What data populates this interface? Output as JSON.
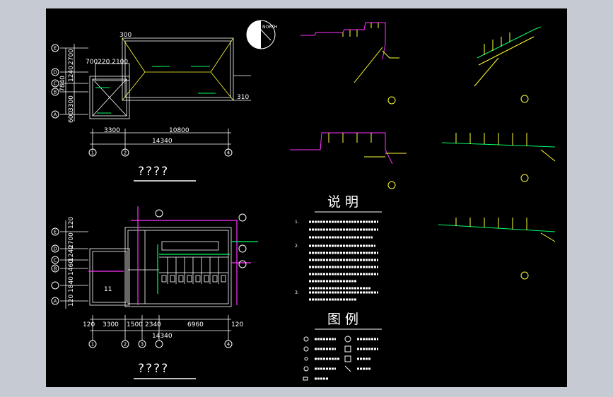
{
  "plan_top": {
    "title": "????",
    "axis_top": "300",
    "row_labels": [
      "E",
      "D",
      "C",
      "B",
      "A"
    ],
    "row_dims": [
      "2700",
      "1240",
      "3300",
      "600"
    ],
    "row_total": "7840",
    "col_labels": [
      "1",
      "2",
      "4"
    ],
    "col_dims": [
      "3300",
      "10800"
    ],
    "col_total": "14340",
    "inner_dims": "700220 2100",
    "right_dim": "310"
  },
  "plan_bottom": {
    "title": "????",
    "row_labels": [
      "E",
      "D",
      "C",
      "B",
      "A"
    ],
    "row_dims": [
      "120",
      "2700",
      "1240",
      "1460",
      "1840",
      "120"
    ],
    "col_labels": [
      "1",
      "2",
      "3",
      "4"
    ],
    "col_dims": [
      "120",
      "3300",
      "1500",
      "2340",
      "6960",
      "120"
    ],
    "col_total": "14340",
    "room_label": "11"
  },
  "north": {
    "label": "NORTH"
  },
  "notes": {
    "heading": "说 明",
    "items": [
      "1.",
      "2.",
      "3."
    ]
  },
  "legend": {
    "heading": "图 例"
  },
  "colors": {
    "line": "#ffffff",
    "pipe": "#ff33ff",
    "water": "#00ff66",
    "text": "#ffff33",
    "dim_text": "#ffffff"
  }
}
